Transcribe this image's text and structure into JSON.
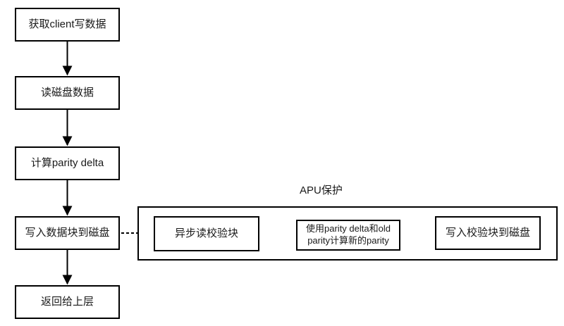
{
  "diagram": {
    "group": {
      "label": "APU保护"
    },
    "main_flow": [
      {
        "id": "step-1",
        "label": "获取client写数据"
      },
      {
        "id": "step-2",
        "label": "读磁盘数据"
      },
      {
        "id": "step-3",
        "label": "计算parity delta"
      },
      {
        "id": "step-4",
        "label": "写入数据块到磁盘"
      },
      {
        "id": "step-5",
        "label": "返回给上层"
      }
    ],
    "apu_flow": [
      {
        "id": "apu-1",
        "label": "异步读校验块"
      },
      {
        "id": "apu-2",
        "label": "使用parity delta和old parity计算新的parity"
      },
      {
        "id": "apu-3",
        "label": "写入校验块到磁盘"
      }
    ],
    "colors": {
      "border": "#000000",
      "box_fill": "#ffffff",
      "text": "#1a1a1a",
      "canvas": "#ffffff"
    }
  }
}
